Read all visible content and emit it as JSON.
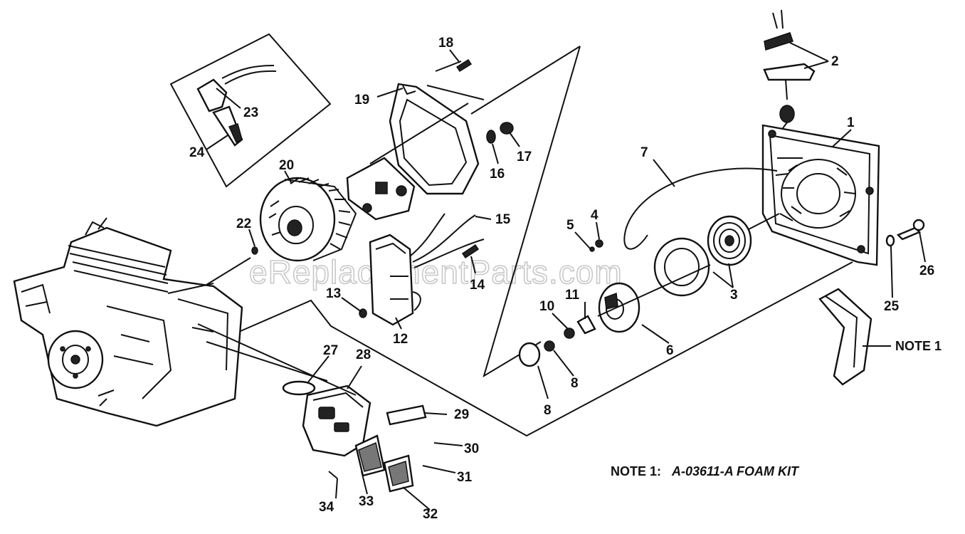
{
  "watermark": "eReplacementParts.com",
  "callouts": [
    {
      "id": "c1",
      "label": "1"
    },
    {
      "id": "c2",
      "label": "2"
    },
    {
      "id": "c3",
      "label": "3"
    },
    {
      "id": "c4",
      "label": "4"
    },
    {
      "id": "c5",
      "label": "5"
    },
    {
      "id": "c6",
      "label": "6"
    },
    {
      "id": "c7",
      "label": "7"
    },
    {
      "id": "c8a",
      "label": "8"
    },
    {
      "id": "c8b",
      "label": "8"
    },
    {
      "id": "c10",
      "label": "10"
    },
    {
      "id": "c11",
      "label": "11"
    },
    {
      "id": "c12",
      "label": "12"
    },
    {
      "id": "c13",
      "label": "13"
    },
    {
      "id": "c14",
      "label": "14"
    },
    {
      "id": "c15",
      "label": "15"
    },
    {
      "id": "c16",
      "label": "16"
    },
    {
      "id": "c17",
      "label": "17"
    },
    {
      "id": "c18",
      "label": "18"
    },
    {
      "id": "c19",
      "label": "19"
    },
    {
      "id": "c20",
      "label": "20"
    },
    {
      "id": "c22",
      "label": "22"
    },
    {
      "id": "c23",
      "label": "23"
    },
    {
      "id": "c24",
      "label": "24"
    },
    {
      "id": "c25",
      "label": "25"
    },
    {
      "id": "c26",
      "label": "26"
    },
    {
      "id": "c27",
      "label": "27"
    },
    {
      "id": "c28",
      "label": "28"
    },
    {
      "id": "c29",
      "label": "29"
    },
    {
      "id": "c30",
      "label": "30"
    },
    {
      "id": "c31",
      "label": "31"
    },
    {
      "id": "c32",
      "label": "32"
    },
    {
      "id": "c33",
      "label": "33"
    },
    {
      "id": "c34",
      "label": "34"
    }
  ],
  "note_label": "NOTE 1",
  "note": {
    "prefix": "NOTE 1:",
    "body": "A-03611-A FOAM KIT"
  }
}
